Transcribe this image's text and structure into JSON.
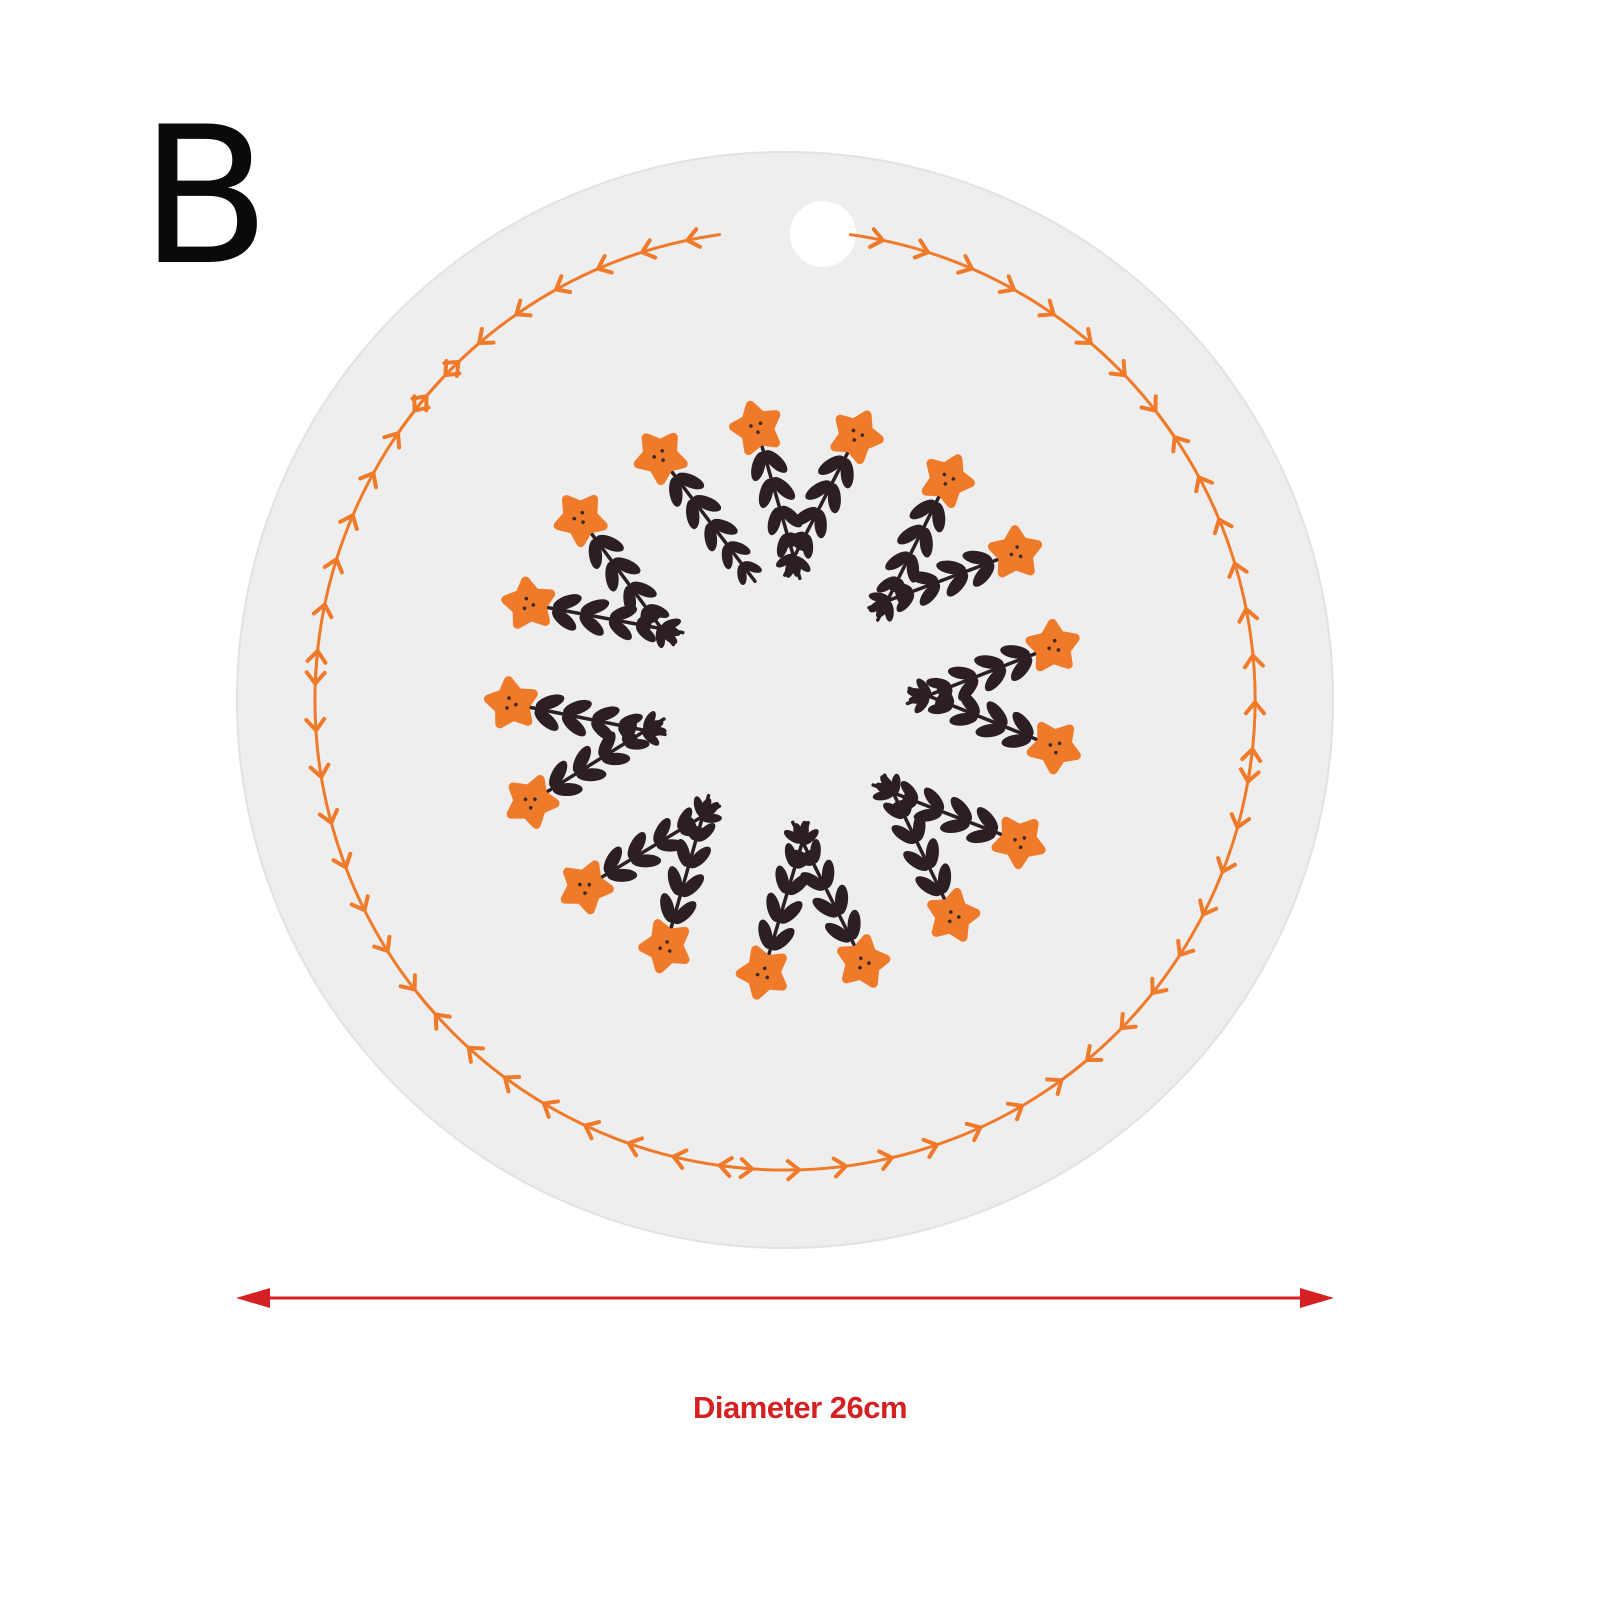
{
  "variant_label": "B",
  "dimension_label": "Diameter 26cm",
  "colors": {
    "background": "#ffffff",
    "mat_fill": "#eeeeee",
    "mat_edge": "#e2e2e2",
    "leaf_dark": "#2b1f24",
    "accent_orange": "#ef7a2a",
    "flower_dots": "#3a2a20",
    "dimension_red": "#d42020"
  },
  "mat": {
    "shape": "round",
    "hanging_hole": true,
    "outer_vines": 8,
    "inner_flower_sprigs": 17
  }
}
